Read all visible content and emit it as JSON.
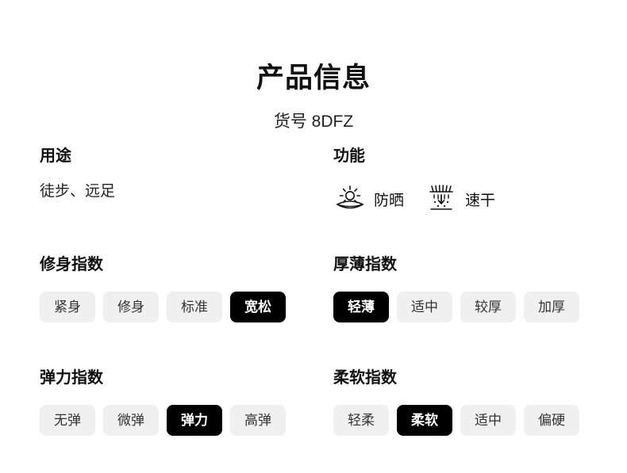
{
  "header": {
    "title": "产品信息",
    "subtitle": "货号 8DFZ"
  },
  "sections": {
    "usage": {
      "heading": "用途",
      "value": "徒步、远足"
    },
    "functions": {
      "heading": "功能",
      "items": [
        {
          "icon": "sun-protection-icon",
          "label": "防晒"
        },
        {
          "icon": "quick-dry-icon",
          "label": "速干"
        }
      ]
    },
    "fit": {
      "heading": "修身指数",
      "options": [
        "紧身",
        "修身",
        "标准",
        "宽松"
      ],
      "selected": "宽松"
    },
    "thickness": {
      "heading": "厚薄指数",
      "options": [
        "轻薄",
        "适中",
        "较厚",
        "加厚"
      ],
      "selected": "轻薄"
    },
    "elasticity": {
      "heading": "弹力指数",
      "options": [
        "无弹",
        "微弹",
        "弹力",
        "高弹"
      ],
      "selected": "弹力"
    },
    "softness": {
      "heading": "柔软指数",
      "options": [
        "轻柔",
        "柔软",
        "适中",
        "偏硬"
      ],
      "selected": "柔软"
    }
  },
  "colors": {
    "chip_bg": "#f0f0f0",
    "chip_active_bg": "#000000",
    "chip_text": "#333333",
    "chip_active_text": "#ffffff",
    "page_bg": "#ffffff",
    "text": "#111111"
  }
}
